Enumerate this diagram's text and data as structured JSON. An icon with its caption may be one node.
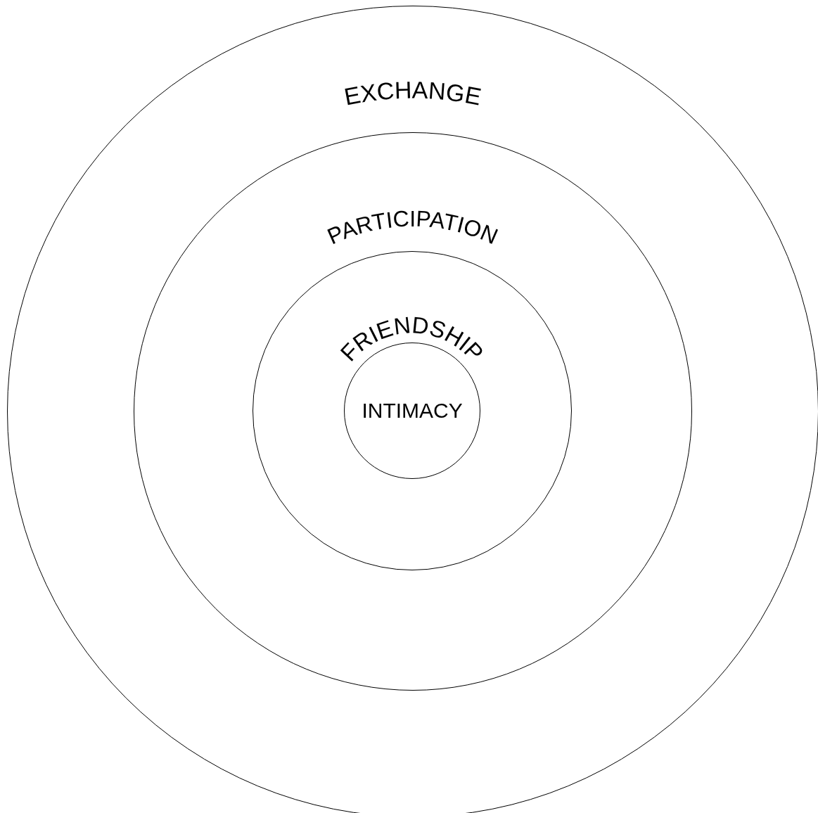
{
  "diagram": {
    "nodes": [
      {
        "text": [
          "EXCHANGE"
        ]
      },
      {
        "text": [
          "PARTICIPATION"
        ],
        "in": 0
      },
      {
        "text": [
          "FRIENDSHIP"
        ],
        "in": 1
      },
      {
        "text": [
          "INTIMACY"
        ],
        "in": 2
      }
    ]
  }
}
